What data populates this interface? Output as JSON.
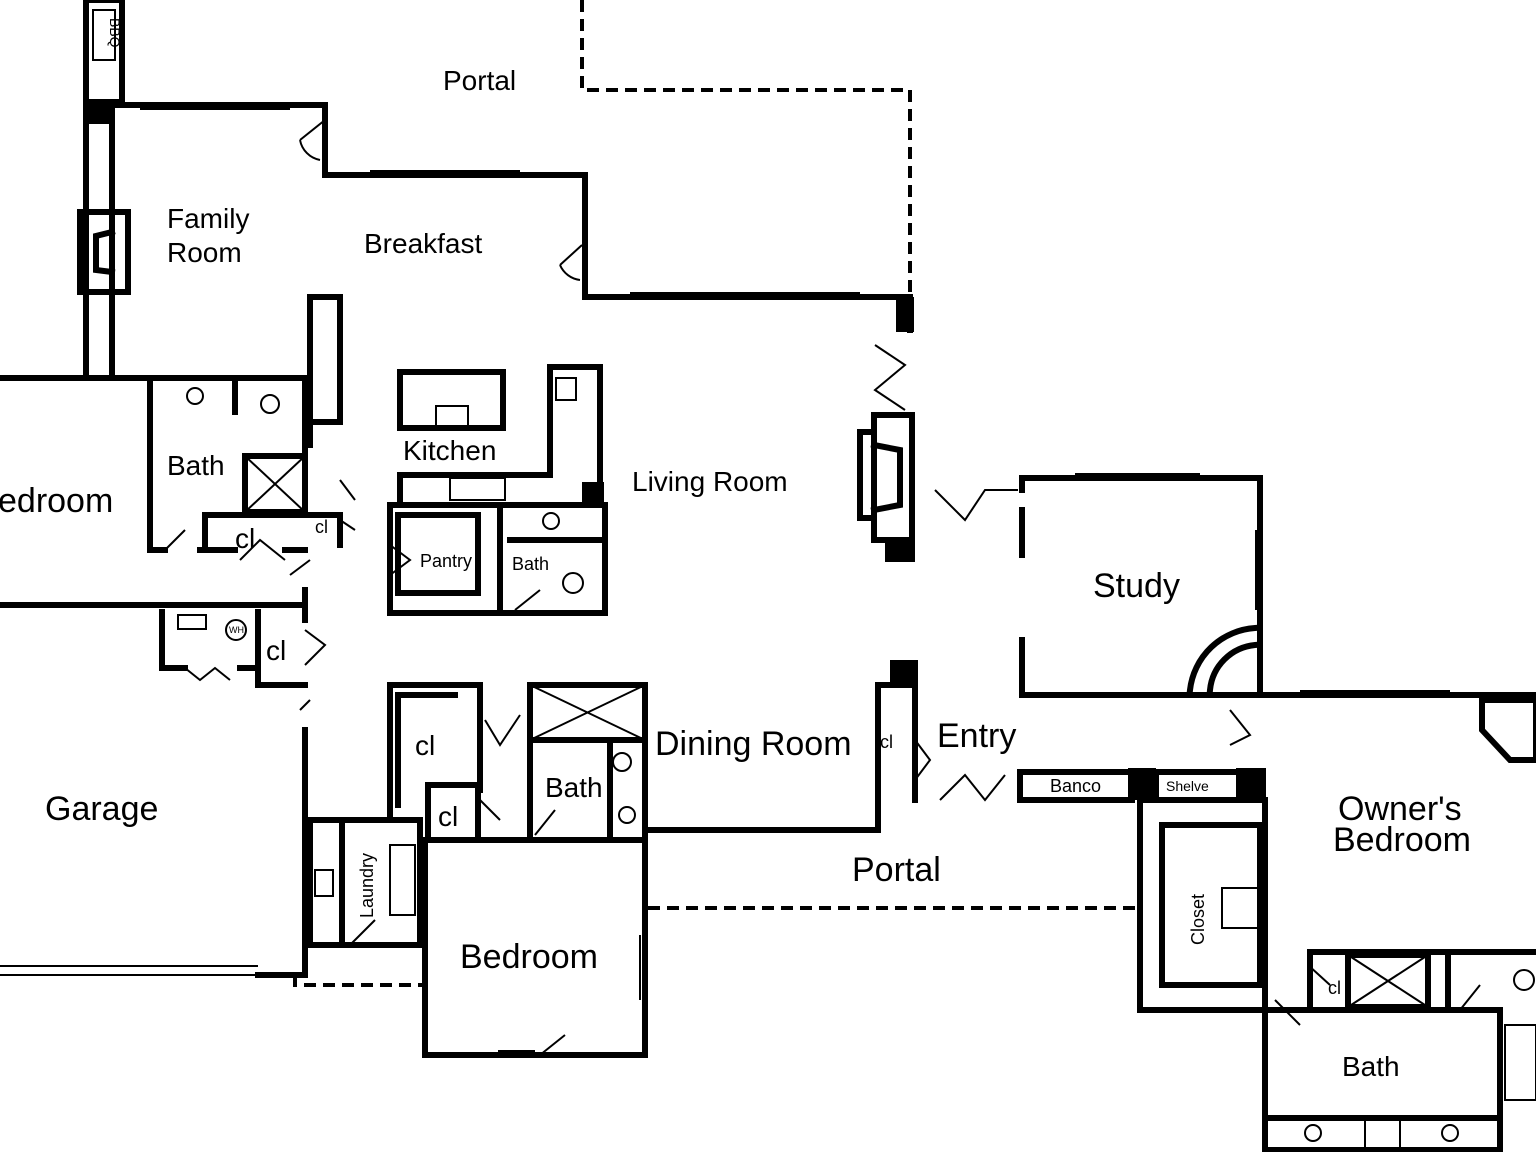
{
  "title": "Floor Plan",
  "rooms": {
    "bbq": "BBQ",
    "portal_north": "Portal",
    "family_room_1": "Family",
    "family_room_2": "Room",
    "breakfast": "Breakfast",
    "kitchen": "Kitchen",
    "living_room": "Living Room",
    "bath_west": "Bath",
    "bedroom_west": "edroom",
    "cl_1": "cl",
    "cl_2": "cl",
    "pantry": "Pantry",
    "bath_kitchen": "Bath",
    "water_heater": "WH",
    "cl_3": "cl",
    "study": "Study",
    "garage": "Garage",
    "cl_4": "cl",
    "bath_center": "Bath",
    "cl_5": "cl",
    "dining_room": "Dining Room",
    "cl_6": "cl",
    "entry": "Entry",
    "laundry": "Laundry",
    "bedroom_south": "Bedroom",
    "portal_south": "Portal",
    "banco": "Banco",
    "shelve": "Shelve",
    "closet": "Closet",
    "owners_bedroom_1": "Owner's",
    "owners_bedroom_2": "Bedroom",
    "cl_7": "cl",
    "bath_owner": "Bath"
  }
}
